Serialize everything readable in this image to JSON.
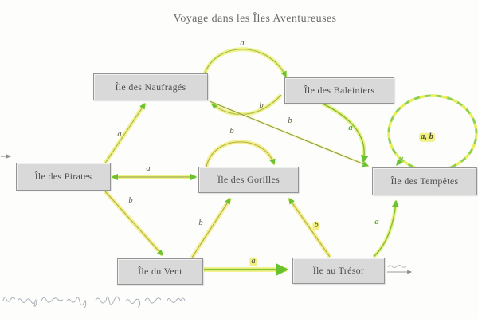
{
  "title": "Voyage dans les Îles Aventureuses",
  "diagram": {
    "type": "state-diagram",
    "entry_arrow_to": "Île des Pirates",
    "exit_arrow_from": "Île au Trésor",
    "nodes": [
      {
        "id": "ile-des-naufrages",
        "label": "Île des Naufragés"
      },
      {
        "id": "ile-des-baleiniers",
        "label": "Île des Baleiniers"
      },
      {
        "id": "ile-des-pirates",
        "label": "Île des Pirates"
      },
      {
        "id": "ile-des-gorilles",
        "label": "Île des Gorilles"
      },
      {
        "id": "ile-des-tempetes",
        "label": "Île des Tempêtes"
      },
      {
        "id": "ile-du-vent",
        "label": "Île du Vent"
      },
      {
        "id": "ile-au-tresor",
        "label": "Île au Trésor"
      }
    ],
    "edges": [
      {
        "from": "ile-des-pirates",
        "to": "ile-des-naufrages",
        "label": "a"
      },
      {
        "from": "ile-des-pirates",
        "to": "ile-des-gorilles",
        "label": "a",
        "bidirectional": true
      },
      {
        "from": "ile-des-pirates",
        "to": "ile-du-vent",
        "label": "b"
      },
      {
        "from": "ile-des-naufrages",
        "to": "ile-des-baleiniers",
        "label": "a"
      },
      {
        "from": "ile-des-baleiniers",
        "to": "ile-des-naufrages",
        "label": "b"
      },
      {
        "from": "ile-des-naufrages",
        "to": "ile-des-tempetes",
        "label": "b"
      },
      {
        "from": "ile-des-baleiniers",
        "to": "ile-des-tempetes",
        "label": "a"
      },
      {
        "from": "ile-des-gorilles",
        "to": "ile-des-gorilles",
        "label": "b"
      },
      {
        "from": "ile-du-vent",
        "to": "ile-des-gorilles",
        "label": "b"
      },
      {
        "from": "ile-du-vent",
        "to": "ile-au-tresor",
        "label": "a"
      },
      {
        "from": "ile-au-tresor",
        "to": "ile-des-gorilles",
        "label": "b"
      },
      {
        "from": "ile-au-tresor",
        "to": "ile-des-tempetes",
        "label": "a"
      },
      {
        "from": "ile-des-tempetes",
        "to": "ile-des-tempetes",
        "label": "a, b"
      }
    ],
    "footnote_handwriting": "(illegible handwritten note)",
    "exit_scribble": "(illegible pencil scribble)"
  },
  "colors": {
    "edge_highlighter_yellow": "#eef180",
    "edge_green": "#86c22e",
    "arrowhead_green": "#69c22f",
    "node_background": "#d9d9d9",
    "node_border": "#949494",
    "text": "#4f4f4f"
  }
}
